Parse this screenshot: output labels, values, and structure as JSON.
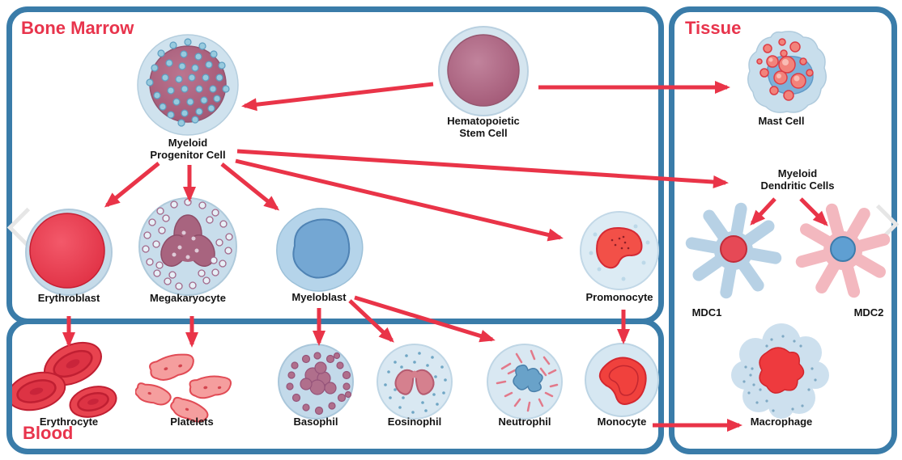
{
  "diagram": {
    "kind": "hematopoiesis lineage diagram"
  },
  "sections": {
    "bone_marrow": {
      "label": "Bone Marrow"
    },
    "tissue": {
      "label": "Tissue"
    },
    "blood": {
      "label": "Blood"
    }
  },
  "cells": {
    "hematopoietic_stem_cell": {
      "line1": "Hematopoietic",
      "line2": "Stem Cell"
    },
    "myeloid_progenitor": {
      "line1": "Myeloid",
      "line2": "Progenitor Cell"
    },
    "erythroblast": {
      "label": "Erythroblast"
    },
    "megakaryocyte": {
      "label": "Megakaryocyte"
    },
    "myeloblast": {
      "label": "Myeloblast"
    },
    "promonocyte": {
      "label": "Promonocyte"
    },
    "erythrocyte": {
      "label": "Erythrocyte"
    },
    "platelets": {
      "label": "Platelets"
    },
    "basophil": {
      "label": "Basophil"
    },
    "eosinophil": {
      "label": "Eosinophil"
    },
    "neutrophil": {
      "label": "Neutrophil"
    },
    "monocyte": {
      "label": "Monocyte"
    },
    "mast_cell": {
      "label": "Mast Cell"
    },
    "myeloid_dendritic": {
      "line1": "Myeloid",
      "line2": "Dendritic Cells"
    },
    "mdc1": {
      "label": "MDC1"
    },
    "mdc2": {
      "label": "MDC2"
    },
    "macrophage": {
      "label": "Macrophage"
    }
  },
  "relationships": [
    {
      "from": "hematopoietic_stem_cell",
      "to": "myeloid_progenitor"
    },
    {
      "from": "hematopoietic_stem_cell",
      "to": "mast_cell"
    },
    {
      "from": "myeloid_progenitor",
      "to": "erythroblast"
    },
    {
      "from": "myeloid_progenitor",
      "to": "megakaryocyte"
    },
    {
      "from": "myeloid_progenitor",
      "to": "myeloblast"
    },
    {
      "from": "myeloid_progenitor",
      "to": "promonocyte"
    },
    {
      "from": "myeloid_progenitor",
      "to": "myeloid_dendritic"
    },
    {
      "from": "erythroblast",
      "to": "erythrocyte"
    },
    {
      "from": "megakaryocyte",
      "to": "platelets"
    },
    {
      "from": "myeloblast",
      "to": "basophil"
    },
    {
      "from": "myeloblast",
      "to": "eosinophil"
    },
    {
      "from": "myeloblast",
      "to": "neutrophil"
    },
    {
      "from": "promonocyte",
      "to": "monocyte"
    },
    {
      "from": "monocyte",
      "to": "macrophage"
    },
    {
      "from": "myeloid_dendritic",
      "to": "mdc1"
    },
    {
      "from": "myeloid_dendritic",
      "to": "mdc2"
    }
  ],
  "colors": {
    "box_border": "#3a7ca9",
    "section_heading": "#e8344c",
    "arrow": "#e93448",
    "label_text": "#141414",
    "cell_halo_blue": "#cfe2ee",
    "nucleus_mauve": "#a85f7d",
    "nucleus_blue": "#74a7d3",
    "nucleus_red": "#f0413d",
    "red_cell": "#e8434f",
    "platelet_pink": "#f59e9e"
  }
}
